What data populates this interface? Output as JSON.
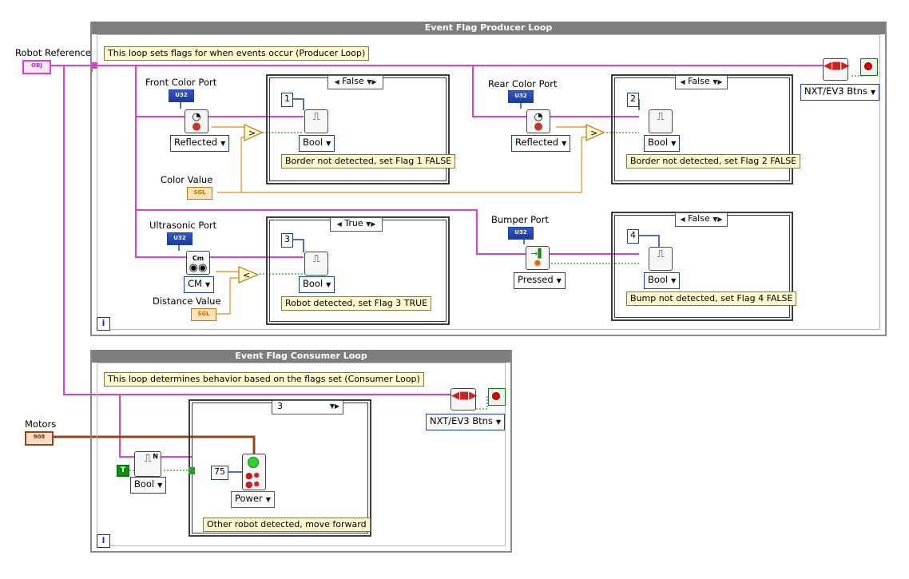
{
  "producer_loop": {
    "title": "Event Flag Producer Loop",
    "comment": "This loop sets flags for when events occur (Producer Loop)",
    "iteration_label": "i"
  },
  "consumer_loop": {
    "title": "Event Flag Consumer Loop",
    "comment": "This loop determines behavior based on the flags set (Consumer Loop)",
    "iteration_label": "i"
  },
  "inputs": {
    "robot_reference": {
      "label": "Robot Reference",
      "terminal": "OBJ"
    },
    "motors": {
      "label": "Motors",
      "terminal": "908"
    },
    "color_value": {
      "label": "Color Value",
      "terminal": "SGL"
    },
    "distance_value": {
      "label": "Distance Value",
      "terminal": "SGL"
    }
  },
  "ports": {
    "front_color": {
      "label": "Front Color Port",
      "terminal": "U32",
      "mode": "Reflected"
    },
    "rear_color": {
      "label": "Rear Color Port",
      "terminal": "U32",
      "mode": "Reflected"
    },
    "ultrasonic": {
      "label": "Ultrasonic Port",
      "terminal": "U32",
      "mode": "CM"
    },
    "bumper": {
      "label": "Bumper Port",
      "terminal": "U32",
      "mode": "Pressed"
    }
  },
  "cases": [
    {
      "selector": "False",
      "flag": "1",
      "type": "Bool",
      "comment": "Border not detected, set Flag 1 FALSE"
    },
    {
      "selector": "False",
      "flag": "2",
      "type": "Bool",
      "comment": "Border not detected, set Flag 2 FALSE"
    },
    {
      "selector": "True",
      "flag": "3",
      "type": "Bool",
      "comment": "Robot detected, set Flag 3 TRUE"
    },
    {
      "selector": "False",
      "flag": "4",
      "type": "Bool",
      "comment": "Bump not detected, set Flag 4 FALSE"
    }
  ],
  "comparisons": {
    "front": ">",
    "rear": ">",
    "ultrasonic": "<"
  },
  "buttons": {
    "producer": "NXT/EV3 Btns",
    "consumer": "NXT/EV3 Btns"
  },
  "consumer": {
    "true_const": "T",
    "get_flag_type": "Bool",
    "case_selector": "3",
    "power_value": "75",
    "motor_mode": "Power",
    "case_comment": "Other robot detected, move forward",
    "flag_glyph": "N"
  },
  "colors": {
    "object_wire": "#e040d0",
    "numeric_wire": "#1a3fb3",
    "float_wire": "#e08a1c",
    "bool_wire": "#2a9a2a",
    "motor_wire": "#8c4a1c",
    "loop_title_bg": "#7e7e7e",
    "comment_bg": "#fff9cc"
  }
}
